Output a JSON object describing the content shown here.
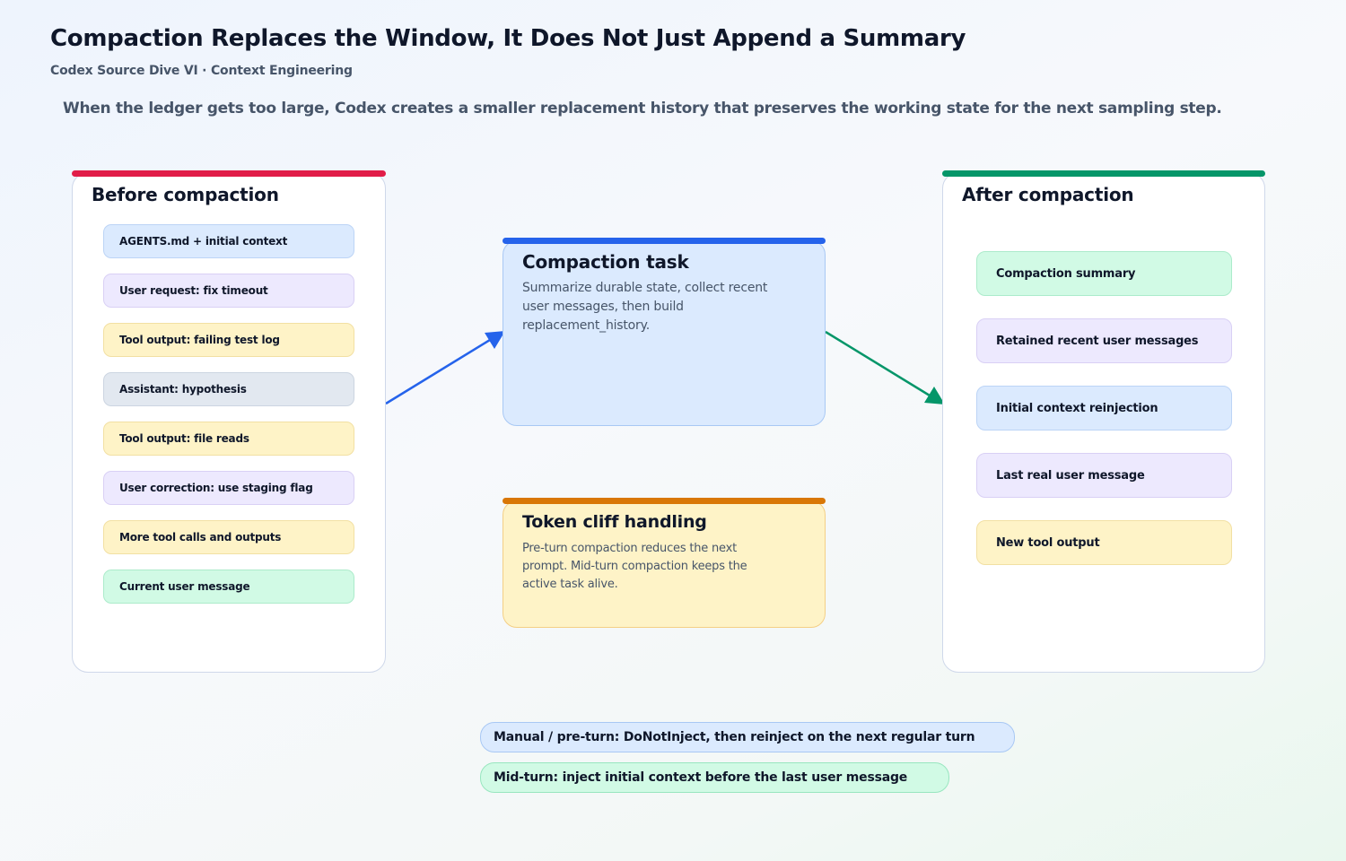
{
  "header": {
    "title": "Compaction Replaces the Window, It Does Not Just Append a Summary",
    "subtitle": "Codex Source Dive VI · Context Engineering",
    "lede": "When the ledger gets too large, Codex creates a smaller replacement history that preserves the working state for the next sampling step."
  },
  "colors": {
    "before_accent": "#e11d48",
    "after_accent": "#059669",
    "task_accent": "#2563eb",
    "cliff_accent": "#d97706"
  },
  "before_panel": {
    "title": "Before compaction",
    "items": [
      "AGENTS.md + initial context",
      "User request: fix timeout",
      "Tool output: failing test log",
      "Assistant: hypothesis",
      "Tool output: file reads",
      "User correction: use staging flag",
      "More tool calls and outputs",
      "Current user message"
    ]
  },
  "compaction_task": {
    "title": "Compaction task",
    "text": "Summarize durable state, collect recent user messages, then build replacement_history."
  },
  "token_cliff": {
    "title": "Token cliff handling",
    "text": "Pre-turn compaction reduces the next prompt. Mid-turn compaction keeps the active task alive."
  },
  "after_panel": {
    "title": "After compaction",
    "items": [
      "Compaction summary",
      "Retained recent user messages",
      "Initial context reinjection",
      "Last real user message",
      "New tool output"
    ]
  },
  "notes": {
    "manual": "Manual / pre-turn: DoNotInject, then reinject on the next regular turn",
    "mid_turn": "Mid-turn: inject initial context before the last user message"
  }
}
